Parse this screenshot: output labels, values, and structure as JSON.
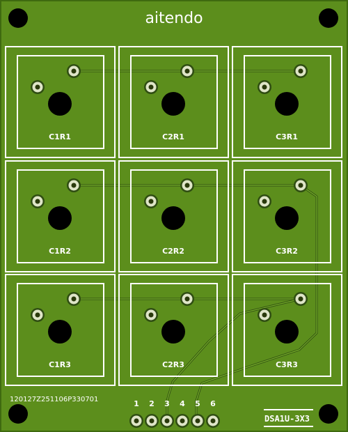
{
  "board": {
    "brand": "aitendo",
    "serial": "120127Z251106P330701",
    "model": "DSA1U-3X3",
    "colors": {
      "board": "#5c8e1c",
      "board_edge": "#3f6a10",
      "silkscreen": "#ffffff",
      "copper_pad": "#dfe5c8",
      "hole": "#000000"
    }
  },
  "keys": [
    {
      "label": "C1R1"
    },
    {
      "label": "C2R1"
    },
    {
      "label": "C3R1"
    },
    {
      "label": "C1R2"
    },
    {
      "label": "C2R2"
    },
    {
      "label": "C3R2"
    },
    {
      "label": "C1R3"
    },
    {
      "label": "C2R3"
    },
    {
      "label": "C3R3"
    }
  ],
  "connector": {
    "pins": [
      "1",
      "2",
      "3",
      "4",
      "5",
      "6"
    ]
  }
}
